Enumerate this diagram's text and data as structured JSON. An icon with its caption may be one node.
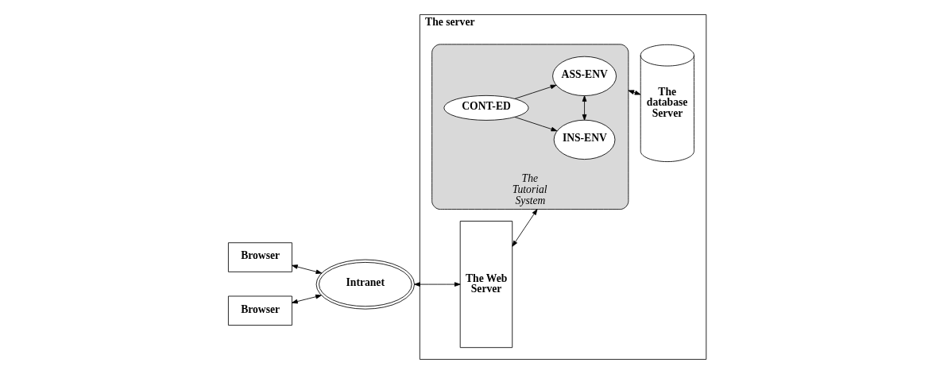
{
  "diagram": {
    "nodes": [
      {
        "text": [
          "Browser"
        ]
      },
      {
        "text": [
          "Browser"
        ]
      },
      {
        "text": [
          "Intranet"
        ]
      },
      {
        "text": [
          "The server"
        ]
      },
      {
        "text": [
          "The Web Server"
        ],
        "in": 3
      },
      {
        "text": [
          "The Tutorial System"
        ],
        "in": 3
      },
      {
        "text": [
          "CONT-ED"
        ],
        "in": 5
      },
      {
        "text": [
          "INS-ENV"
        ],
        "in": 5
      },
      {
        "text": [
          "ASS-ENV"
        ],
        "in": 5
      },
      {
        "text": [
          "The database Server"
        ],
        "in": 3
      }
    ],
    "edges": [
      {
        "from": 0,
        "to": 2,
        "arrow": "both"
      },
      {
        "from": 1,
        "to": 2,
        "arrow": "both"
      },
      {
        "from": 2,
        "to": 4,
        "arrow": "both"
      },
      {
        "from": 4,
        "to": 5,
        "arrow": "both"
      },
      {
        "from": 6,
        "to": 7,
        "arrow": "to"
      },
      {
        "from": 6,
        "to": 8,
        "arrow": "to"
      },
      {
        "from": 7,
        "to": 8,
        "arrow": "both"
      },
      {
        "from": 5,
        "to": 9,
        "arrow": "both"
      }
    ]
  }
}
